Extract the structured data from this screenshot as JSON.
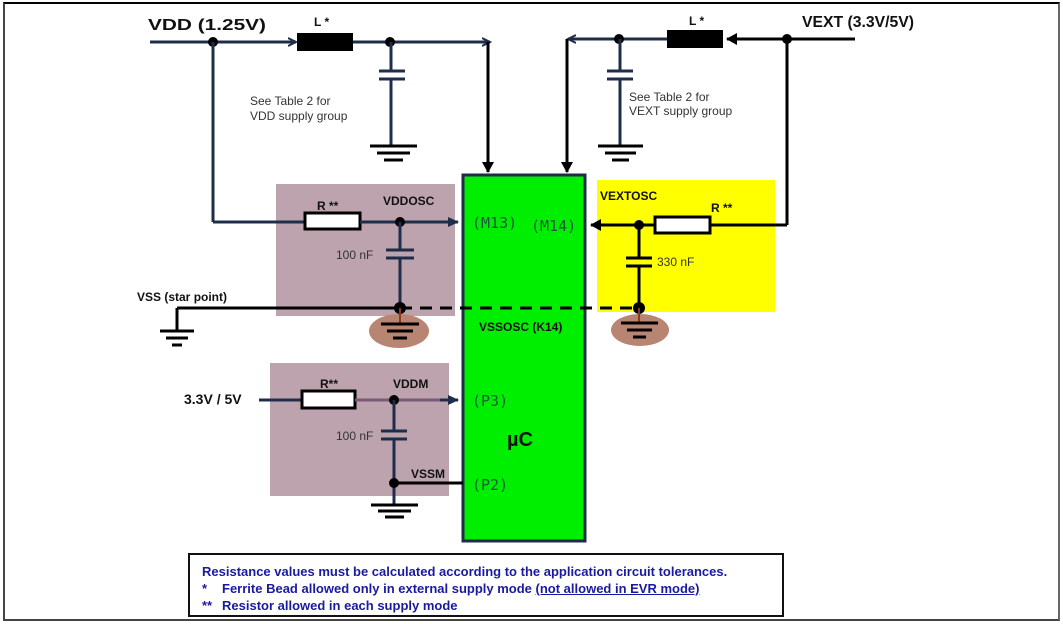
{
  "diagram": {
    "title": "Power supply and oscillator supply filtering circuit",
    "colors": {
      "wire": "#1f2d4a",
      "black_wire": "#000000",
      "mcu_fill": "#00ee00",
      "osc_group_fill": "#bca3ad",
      "vext_osc_fill": "#ffff00",
      "ground_ellipse": "#b98573",
      "note_text": "#1a1aa0"
    },
    "supplies": {
      "vdd": "VDD (1.25V)",
      "vext": "VEXT (3.3V/5V)",
      "vddm_in": "3.3V / 5V",
      "vss": "VSS (star point)"
    },
    "components": {
      "inductor_vdd": "L *",
      "inductor_vext": "L *",
      "resistor_vddosc": "R **",
      "resistor_vextosc": "R **",
      "resistor_vddm": "R**",
      "cap_vddosc": "100 nF",
      "cap_vextosc": "330 nF",
      "cap_vddm": "100 nF"
    },
    "notes": {
      "vdd_table": [
        "See Table 2 for",
        "VDD  supply group"
      ],
      "vext_table": [
        "See Table 2 for",
        "VEXT  supply group"
      ]
    },
    "nets": {
      "vddosc": "VDDOSC",
      "vextosc": "VEXTOSC",
      "vssosc": "VSSOSC (K14)",
      "vddm": "VDDM",
      "vssm": "VSSM"
    },
    "mcu": {
      "label": "µC",
      "pins": {
        "m13": "(M13)",
        "m14": "(M14)",
        "p3": "(P3)",
        "p2": "(P2)"
      }
    },
    "legend": {
      "line1": "Resistance values must be calculated according to the application circuit tolerances.",
      "line2_mark": "*",
      "line2_text": "Ferrite Bead allowed only in external supply mode ",
      "line2_link": "(not allowed in EVR mode)",
      "line3_mark": "**",
      "line3_text": "Resistor allowed in each supply mode"
    }
  }
}
